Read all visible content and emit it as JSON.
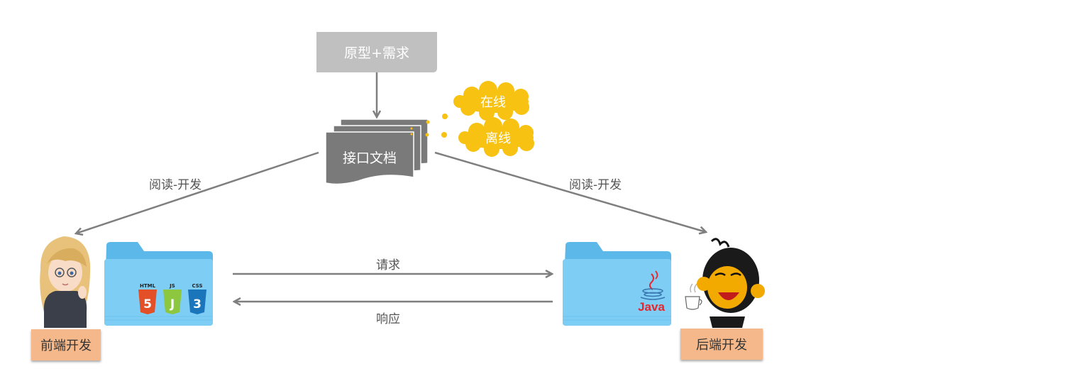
{
  "top_box": {
    "label": "原型+需求",
    "color": "#c0c0c0"
  },
  "doc_stack": {
    "label": "接口文档",
    "color": "#7a7a7a"
  },
  "modes": [
    {
      "label": "在线"
    },
    {
      "label": "离线"
    }
  ],
  "cloud_color": "#f7c212",
  "edges": {
    "read_left": "阅读-开发",
    "read_right": "阅读-开发",
    "request": "请求",
    "response": "响应"
  },
  "frontend": {
    "tag": "前端开发",
    "folder_icons": [
      "HTML",
      "JS",
      "CSS"
    ],
    "icon_digits": [
      "5",
      "J",
      "3"
    ],
    "icon_colors": [
      "#e34f26",
      "#8dc63f",
      "#1b75bb"
    ]
  },
  "backend": {
    "tag": "后端开发",
    "folder_logo": "Java"
  },
  "tag_color": "#f5b88a"
}
